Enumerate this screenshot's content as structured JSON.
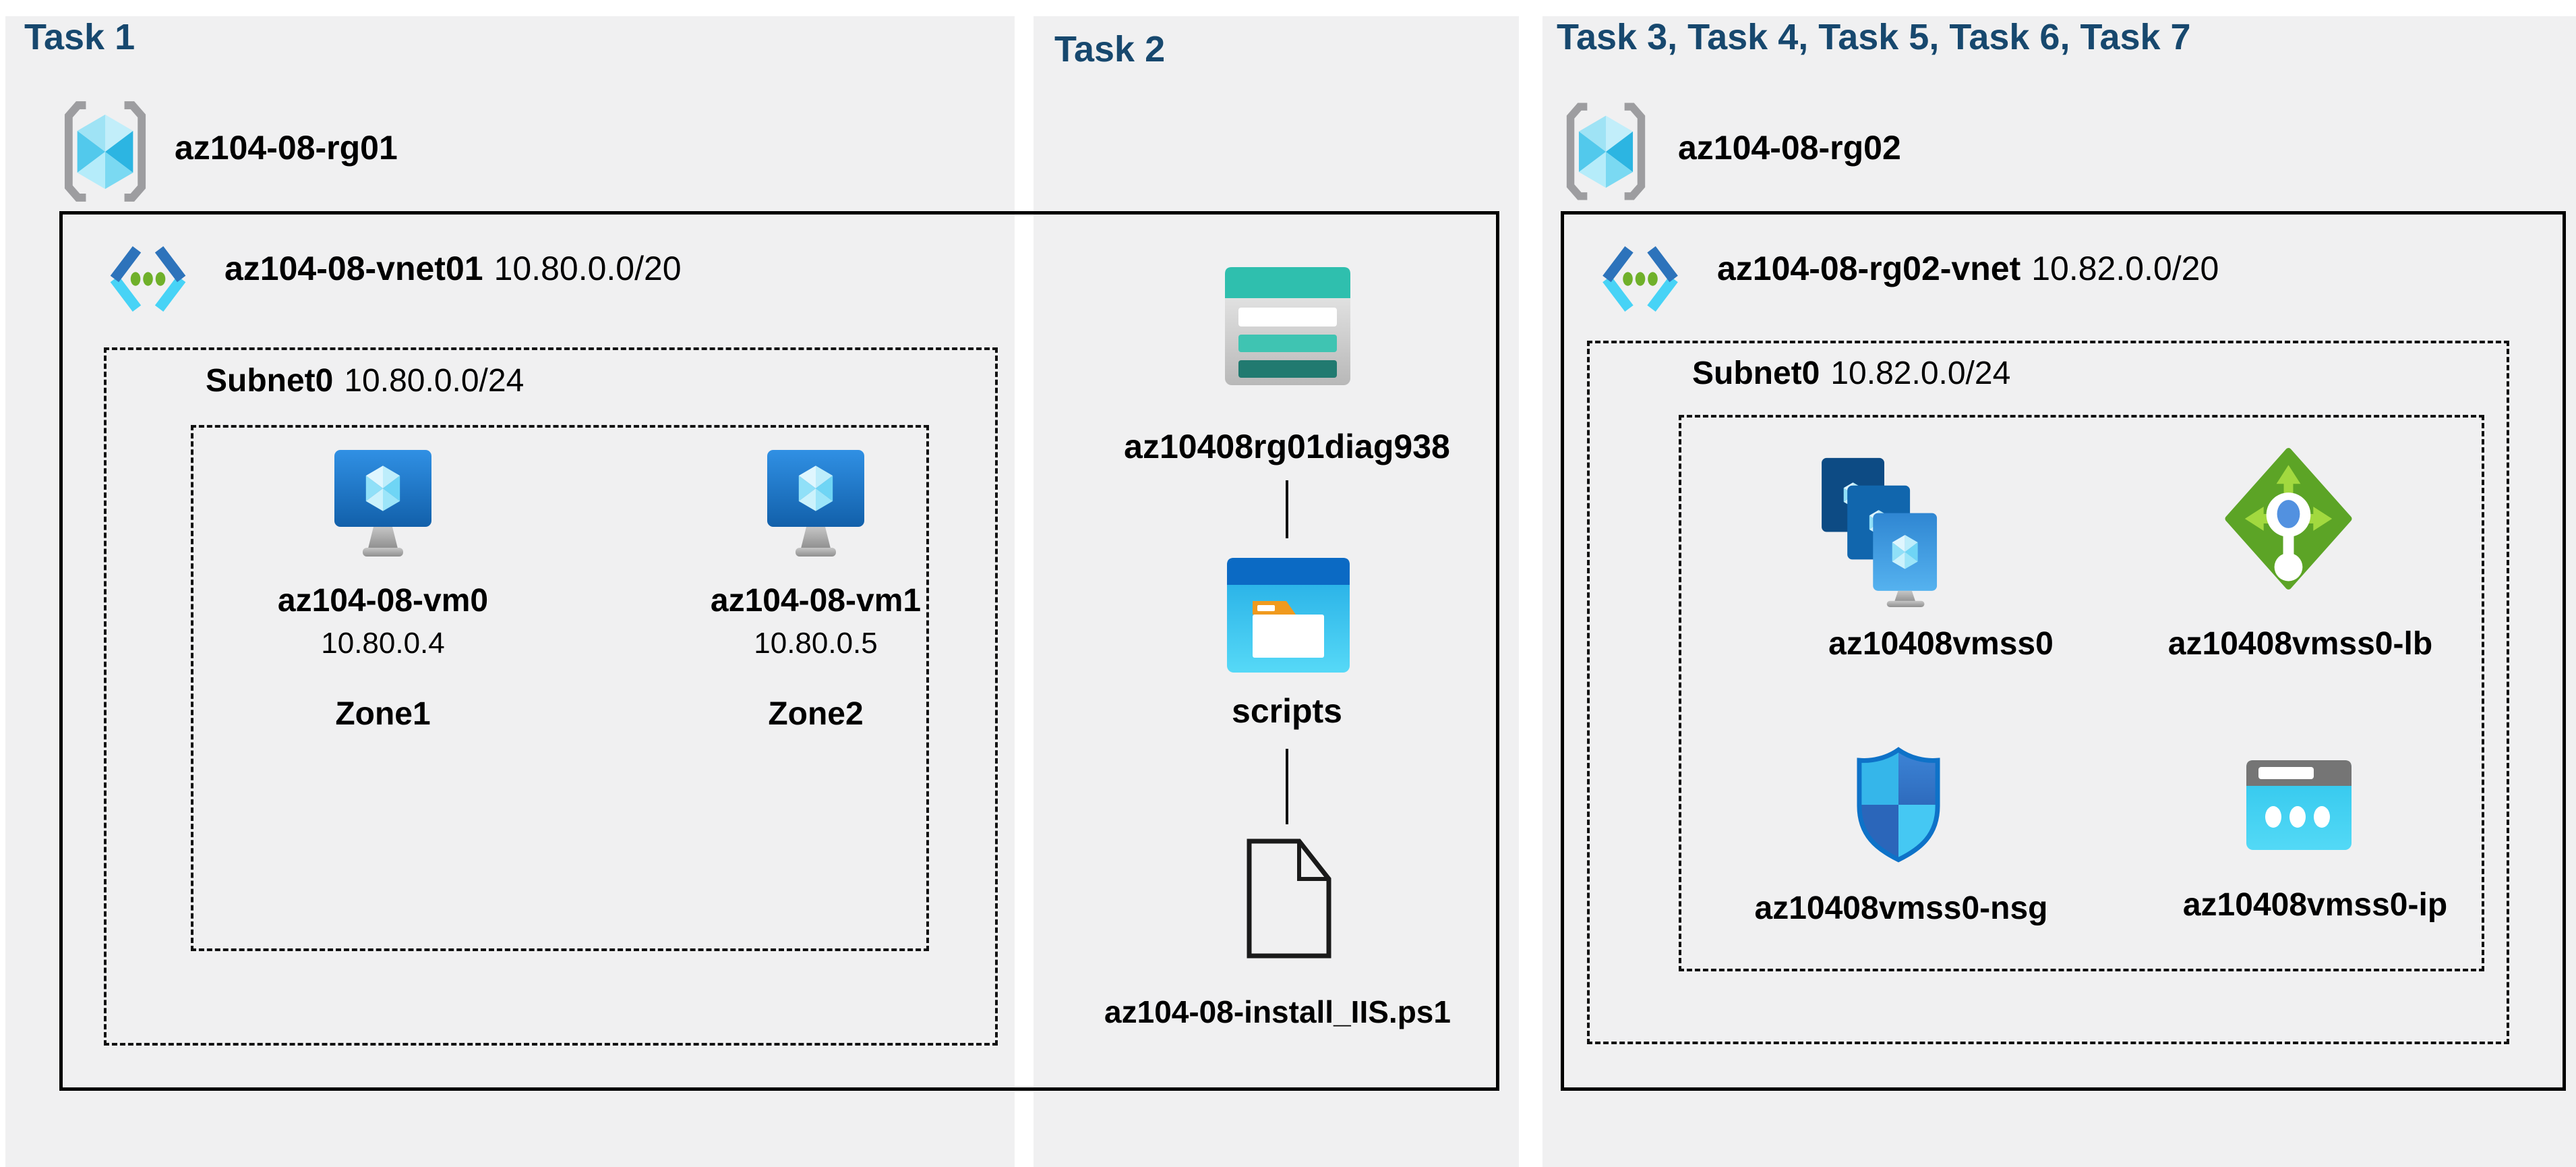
{
  "task1": {
    "header": "Task 1",
    "resource_group": "az104-08-rg01",
    "vnet_name": "az104-08-vnet01",
    "vnet_cidr": "10.80.0.0/20",
    "subnet_name": "Subnet0",
    "subnet_cidr": "10.80.0.0/24",
    "vms": [
      {
        "name": "az104-08-vm0",
        "ip": "10.80.0.4",
        "zone": "Zone1"
      },
      {
        "name": "az104-08-vm1",
        "ip": "10.80.0.5",
        "zone": "Zone2"
      }
    ]
  },
  "task2": {
    "header": "Task 2",
    "storage_account": "az10408rg01diag938",
    "container": "scripts",
    "script_file": "az104-08-install_IIS.ps1"
  },
  "task3": {
    "header": "Task 3, Task 4, Task 5, Task 6, Task 7",
    "resource_group": "az104-08-rg02",
    "vnet_name": "az104-08-rg02-vnet",
    "vnet_cidr": "10.82.0.0/20",
    "subnet_name": "Subnet0",
    "subnet_cidr": "10.82.0.0/24",
    "resources": [
      {
        "name": "az10408vmss0",
        "type": "vm-scale-set"
      },
      {
        "name": "az10408vmss0-lb",
        "type": "load-balancer"
      },
      {
        "name": "az10408vmss0-nsg",
        "type": "network-security-group"
      },
      {
        "name": "az10408vmss0-ip",
        "type": "public-ip"
      }
    ]
  },
  "colors": {
    "panel_bg": "#f0f0f1",
    "header_text": "#17486e",
    "label_text": "#000000",
    "box_border": "#000000",
    "vm_blue": "#2a85d8",
    "vnet_blue": "#2d73bb",
    "vnet_cyan": "#47d3f6",
    "vnet_green_dot": "#6fb02a",
    "storage_teal": "#2fbfae",
    "folder_blue": "#0b6ac4",
    "folder_cyan": "#2fb9ea",
    "folder_tab_orange": "#f09a1e",
    "lb_green": "#5ca426",
    "nsg_blue": "#0e72c8",
    "ip_cyan": "#2ec5ec",
    "rg_bracket_gray": "#9d9da0"
  }
}
